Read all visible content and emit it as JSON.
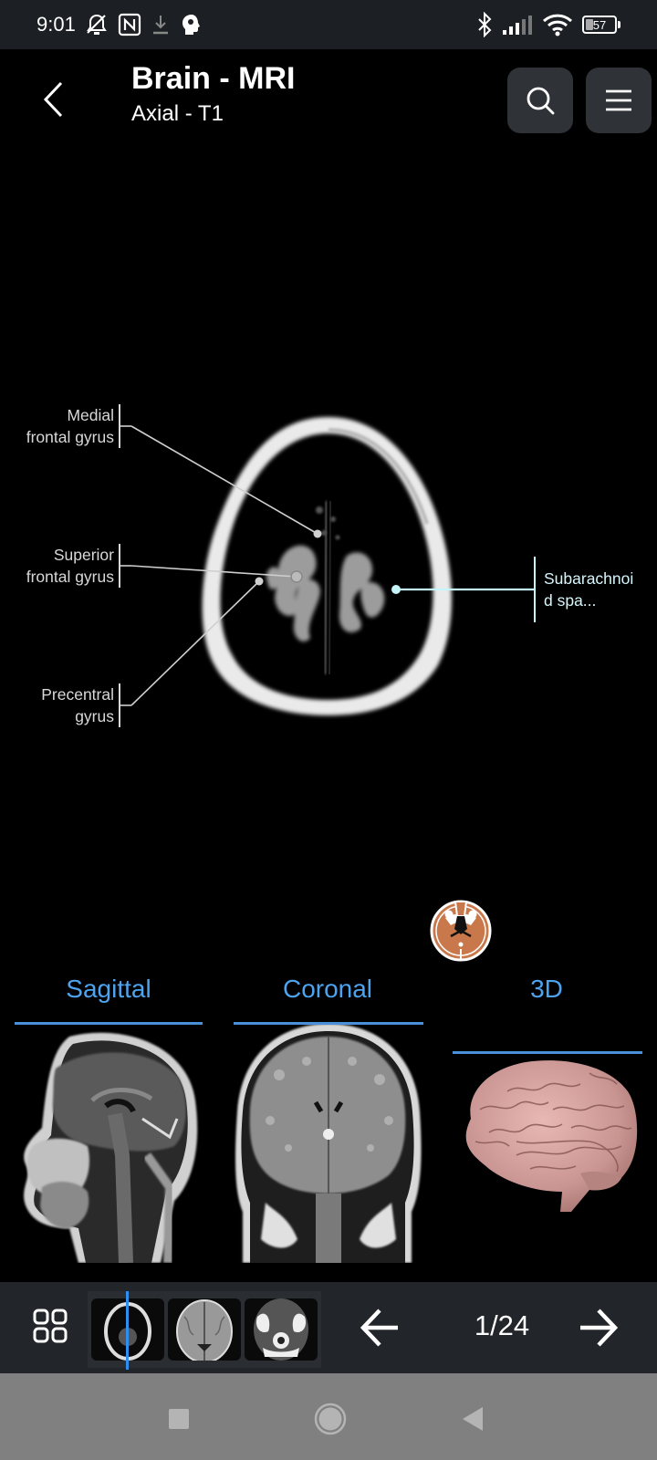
{
  "status_bar": {
    "time": "9:01",
    "left_icons": [
      "notifications-off-icon",
      "nfc-icon",
      "download-icon",
      "app-head-icon"
    ],
    "right_icons": [
      "bluetooth-icon",
      "signal-icon",
      "wifi-icon"
    ],
    "battery_level": "57"
  },
  "header": {
    "title": "Brain - MRI",
    "subtitle": "Axial - T1",
    "back_icon": "chevron-left-icon",
    "search_icon": "search-icon",
    "menu_icon": "hamburger-menu-icon"
  },
  "viewer": {
    "image": "axial-t1-brain-slice",
    "labels": [
      {
        "id": "medial-frontal-gyrus",
        "line1": "Medial",
        "line2": "frontal gyrus",
        "side": "left"
      },
      {
        "id": "superior-frontal-gyrus",
        "line1": "Superior",
        "line2": "frontal gyrus",
        "side": "left"
      },
      {
        "id": "precentral-gyrus",
        "line1": "Precentral",
        "line2": "gyrus",
        "side": "left"
      },
      {
        "id": "subarachnoid-space",
        "line1": "Subarachnoi",
        "line2": "d spa...",
        "side": "right",
        "highlighted": true
      }
    ],
    "orientation_icon": "axial-orientation-icon"
  },
  "planes": [
    {
      "label": "Sagittal",
      "image": "sagittal-mri-thumbnail"
    },
    {
      "label": "Coronal",
      "image": "coronal-mri-thumbnail"
    },
    {
      "label": "3D",
      "image": "3d-brain-thumbnail"
    }
  ],
  "bottom_bar": {
    "grid_icon": "grid-icon",
    "slices": [
      "slice-thumb-1",
      "slice-thumb-2",
      "slice-thumb-3"
    ],
    "prev_icon": "arrow-left-icon",
    "next_icon": "arrow-right-icon",
    "current_page": "1",
    "total_pages": "24",
    "page_text": "1/24"
  },
  "colors": {
    "accent_blue": "#4da3ee",
    "plane_line": "#4a90d9",
    "label_cyan": "#c6f4fb",
    "header_button_bg": "#2f3236",
    "bottom_bar_bg": "#22262b",
    "status_bar_bg": "#1c1f23",
    "android_nav_bg": "#808080"
  }
}
